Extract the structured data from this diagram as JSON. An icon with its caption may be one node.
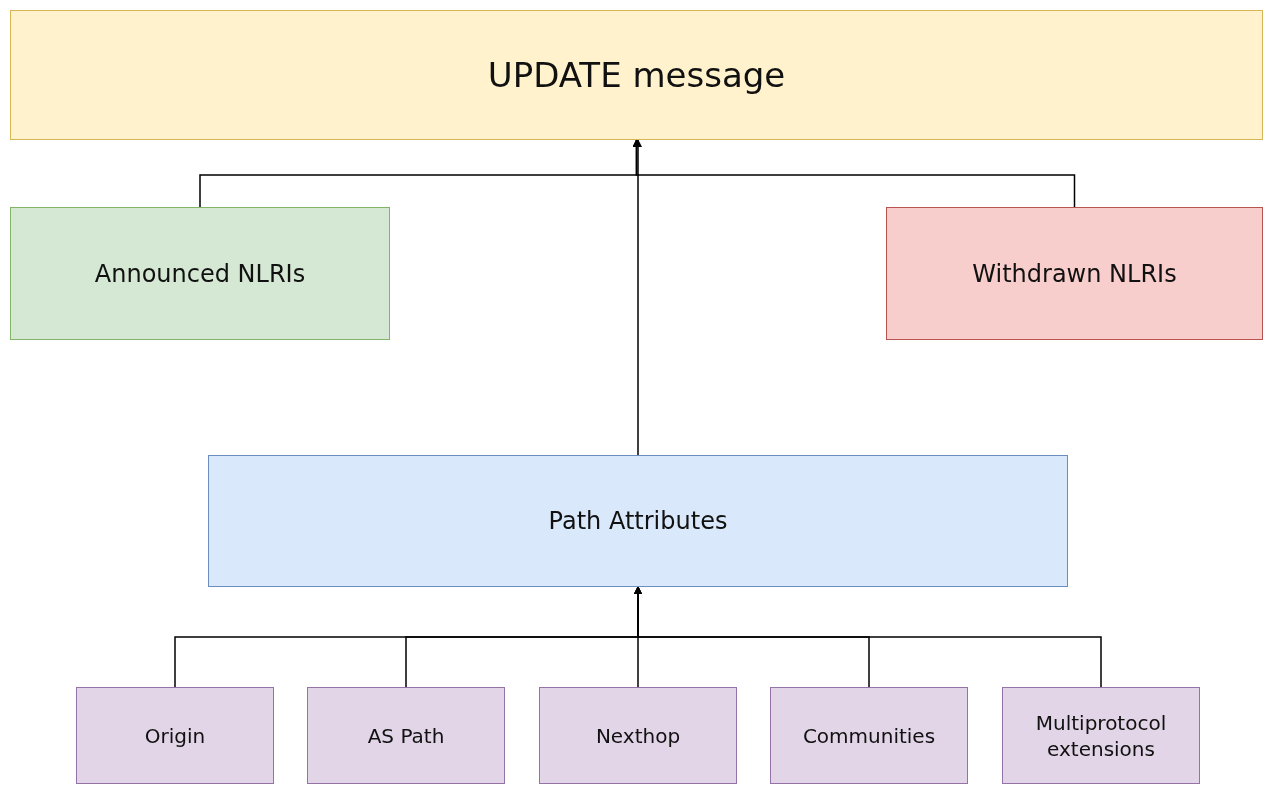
{
  "diagram": {
    "nodes": [
      {
        "text": [
          "UPDATE message"
        ]
      },
      {
        "text": [
          "Announced NLRIs"
        ]
      },
      {
        "text": [
          "Withdrawn NLRIs"
        ]
      },
      {
        "text": [
          "Path Attributes"
        ]
      },
      {
        "text": [
          "Origin"
        ]
      },
      {
        "text": [
          "AS Path"
        ]
      },
      {
        "text": [
          "Nexthop"
        ]
      },
      {
        "text": [
          "Communities"
        ]
      },
      {
        "text": [
          "Multiprotocol extensions"
        ]
      }
    ],
    "edges": [
      {
        "from": 1,
        "to": 0,
        "arrow": "to"
      },
      {
        "from": 2,
        "to": 0,
        "arrow": "to"
      },
      {
        "from": 3,
        "to": 0,
        "arrow": "to"
      },
      {
        "from": 4,
        "to": 3,
        "arrow": "to"
      },
      {
        "from": 5,
        "to": 3,
        "arrow": "to"
      },
      {
        "from": 6,
        "to": 3,
        "arrow": "to"
      },
      {
        "from": 7,
        "to": 3,
        "arrow": "to"
      },
      {
        "from": 8,
        "to": 3,
        "arrow": "to"
      }
    ]
  }
}
